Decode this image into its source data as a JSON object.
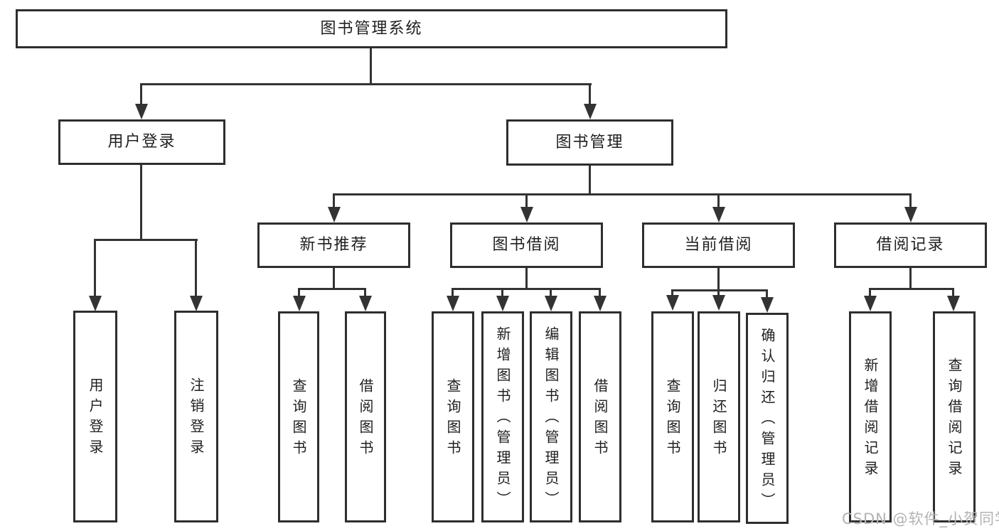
{
  "diagram": {
    "root": {
      "label": "图书管理系统"
    },
    "level2": {
      "user_login": "用户登录",
      "book_mgmt": "图书管理"
    },
    "level3": {
      "new_books": "新书推荐",
      "book_borrow": "图书借阅",
      "current_borrow": "当前借阅",
      "borrow_records": "借阅记录"
    },
    "leaves": {
      "user_login": [
        "用户登录",
        "注销登录"
      ],
      "new_books": [
        "查询图书",
        "借阅图书"
      ],
      "book_borrow": [
        "查询图书",
        "新增图书（管理员）",
        "编辑图书（管理员）",
        "借阅图书"
      ],
      "current_borrow": [
        "查询图书",
        "归还图书",
        "确认归还（管理员）"
      ],
      "borrow_records": [
        "新增借阅记录",
        "查询借阅记录"
      ]
    },
    "colors": {
      "line": "#333333",
      "box_border": "#2e2e2e",
      "text": "#1f1f1f",
      "watermark": "#b3b3b3",
      "background": "#ffffff"
    },
    "watermark": "CSDN @软件_小贺同学"
  }
}
